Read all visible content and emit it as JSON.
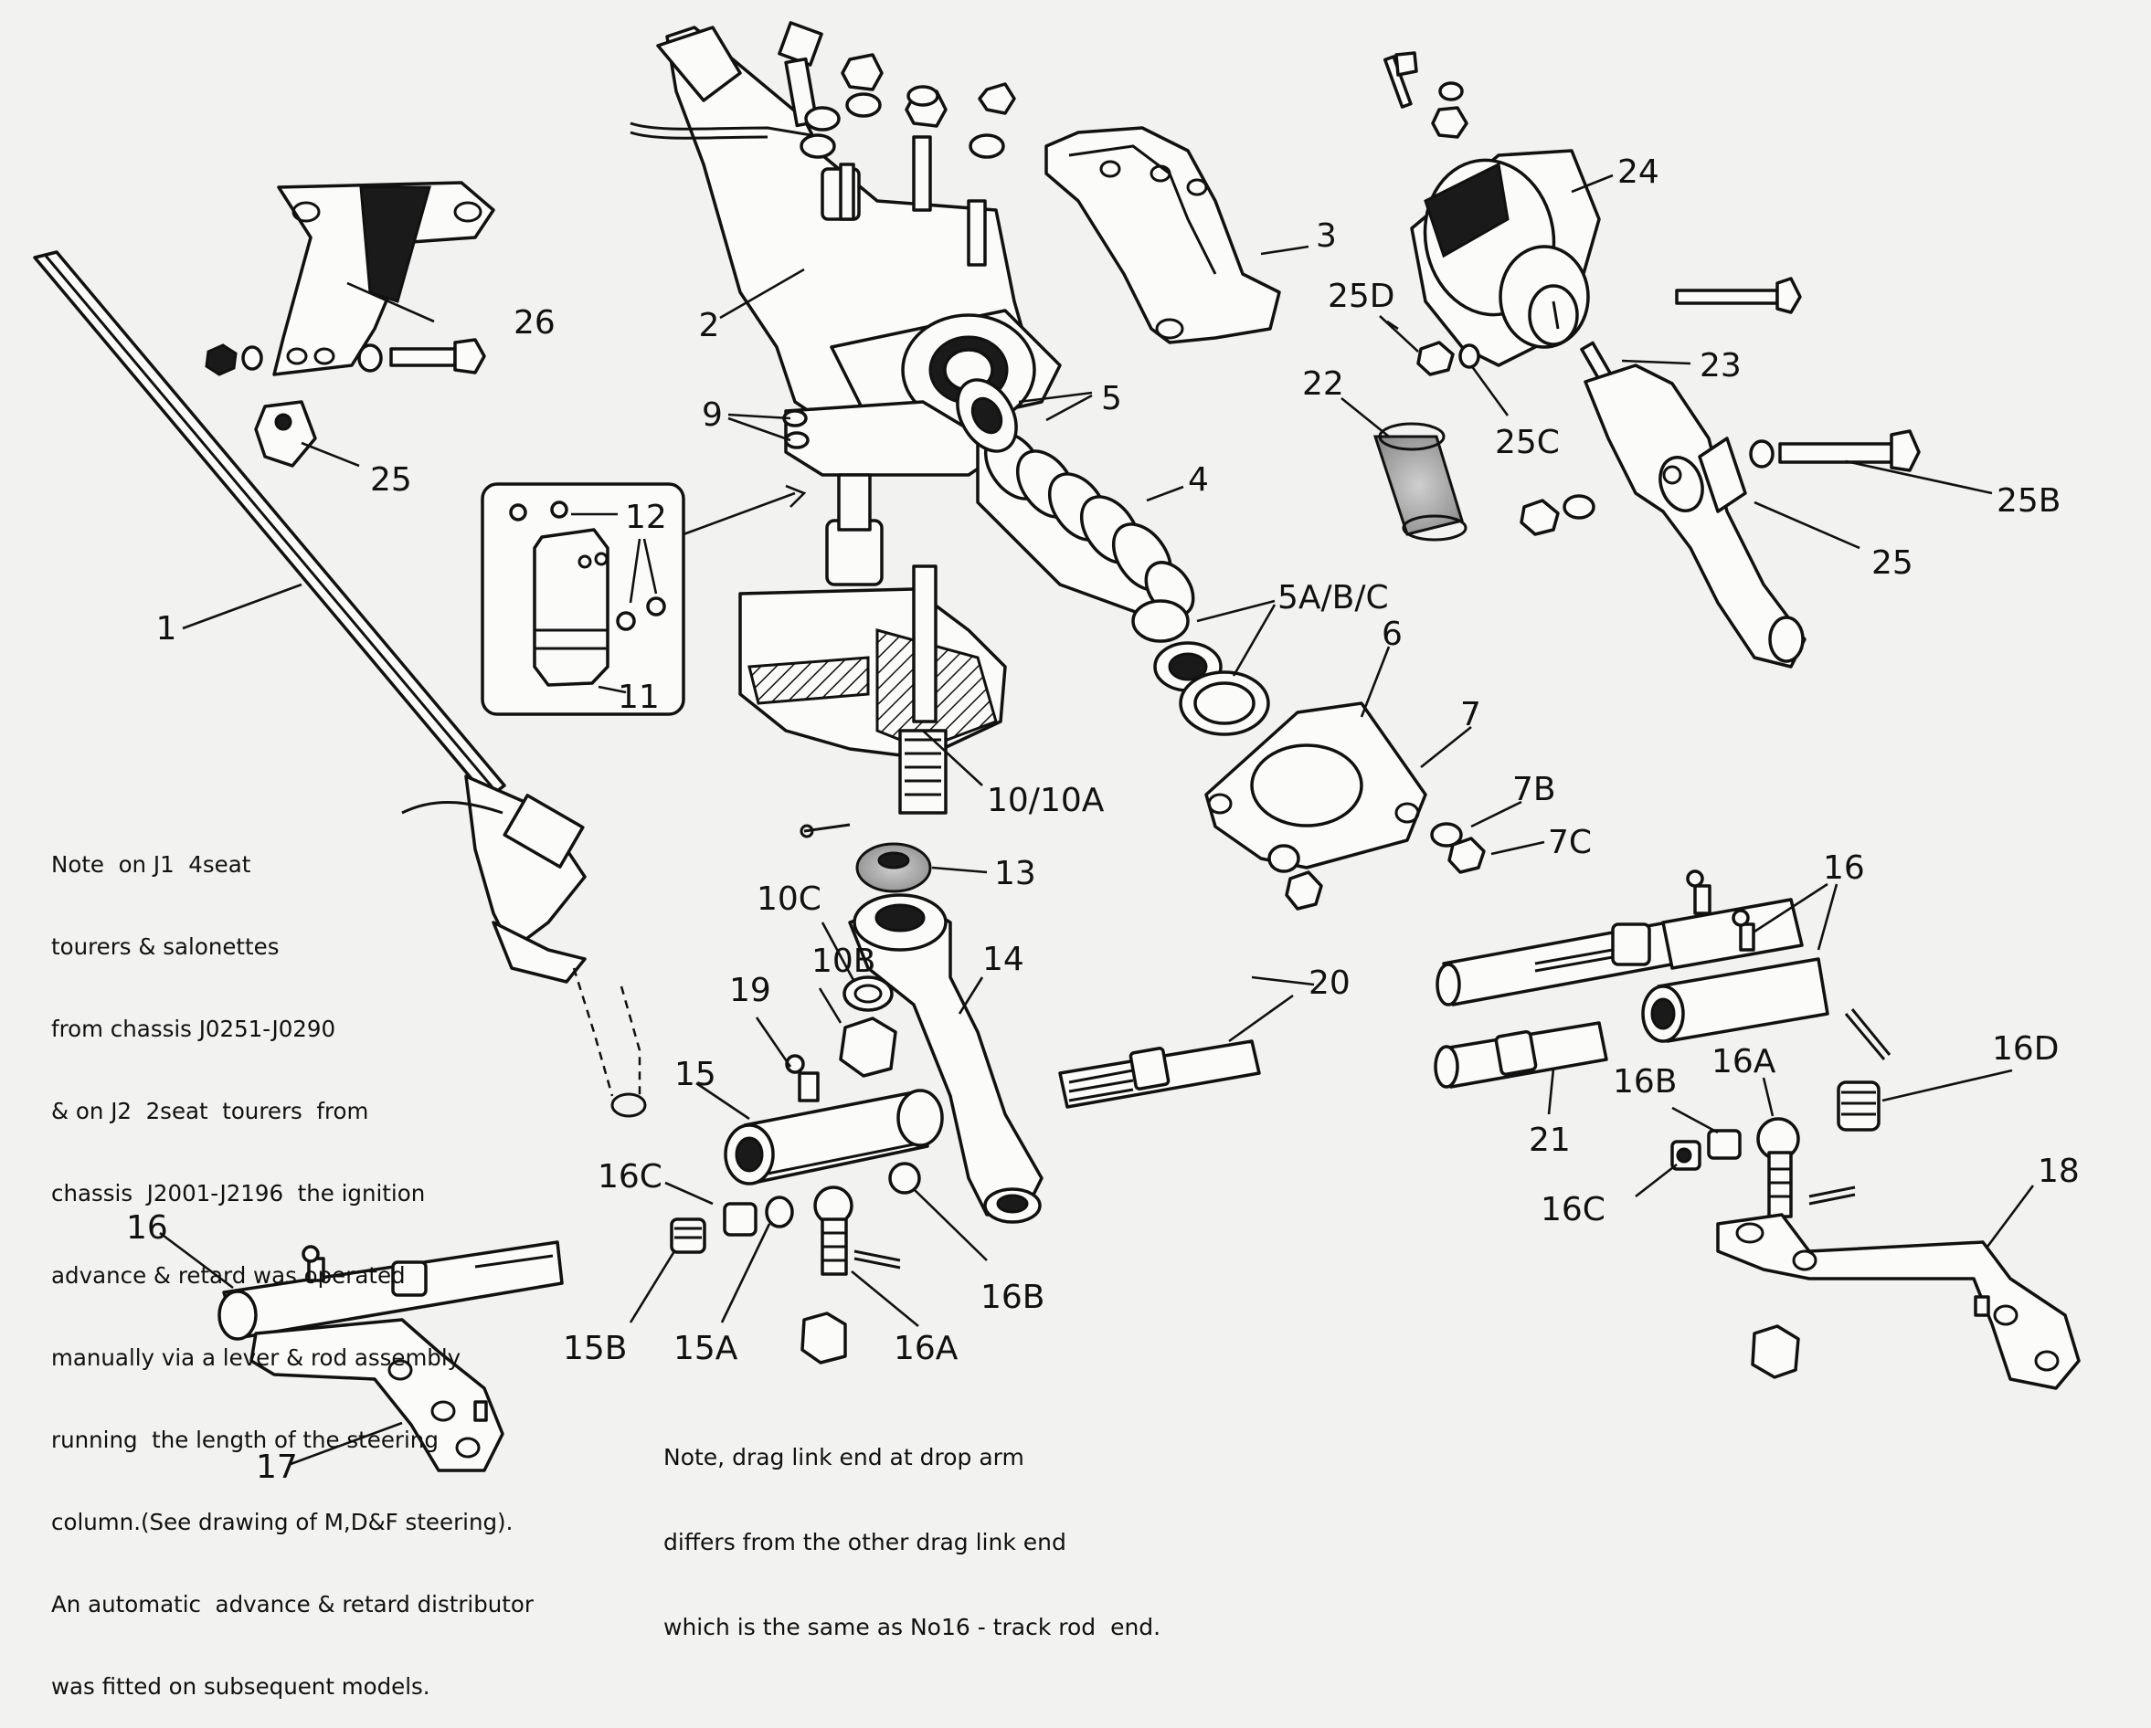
{
  "labels": {
    "l1": "1",
    "l2": "2",
    "l3": "3",
    "l4": "4",
    "l5": "5",
    "l5abc": "5A/B/C",
    "l6": "6",
    "l7": "7",
    "l7b": "7B",
    "l7c": "7C",
    "l9": "9",
    "l10": "10/10A",
    "l10b": "10B",
    "l10c": "10C",
    "l11": "11",
    "l12": "12",
    "l13": "13",
    "l14": "14",
    "l15": "15",
    "l15a": "15A",
    "l15b": "15B",
    "l16_left": "16",
    "l16_right": "16",
    "l16a_center": "16A",
    "l16a_right": "16A",
    "l16b_center": "16B",
    "l16b_right": "16B",
    "l16c_center": "16C",
    "l16c_right": "16C",
    "l16d": "16D",
    "l17": "17",
    "l18": "18",
    "l19": "19",
    "l20": "20",
    "l21": "21",
    "l22": "22",
    "l23": "23",
    "l24": "24",
    "l25_left": "25",
    "l25_right": "25",
    "l25b": "25B",
    "l25c": "25C",
    "l25d": "25D",
    "l26": "26"
  },
  "notes": {
    "ignition": [
      "Note  on J1  4seat",
      "tourers & salonettes",
      "from chassis J0251-J0290",
      "& on J2  2seat  tourers  from",
      "chassis  J2001-J2196  the ignition",
      "advance & retard was operated",
      "manually via a lever & rod assembly",
      "running  the length of the steering",
      "column.(See drawing of M,D&F steering).",
      "An automatic  advance & retard distributor",
      "was fitted on subsequent models."
    ],
    "draglink": [
      "Note, drag link end at drop arm",
      "differs from the other drag link end",
      "which is the same as No16 - track rod  end."
    ]
  },
  "colors": {
    "ink": "#111111",
    "paper": "#f2f2f0"
  }
}
